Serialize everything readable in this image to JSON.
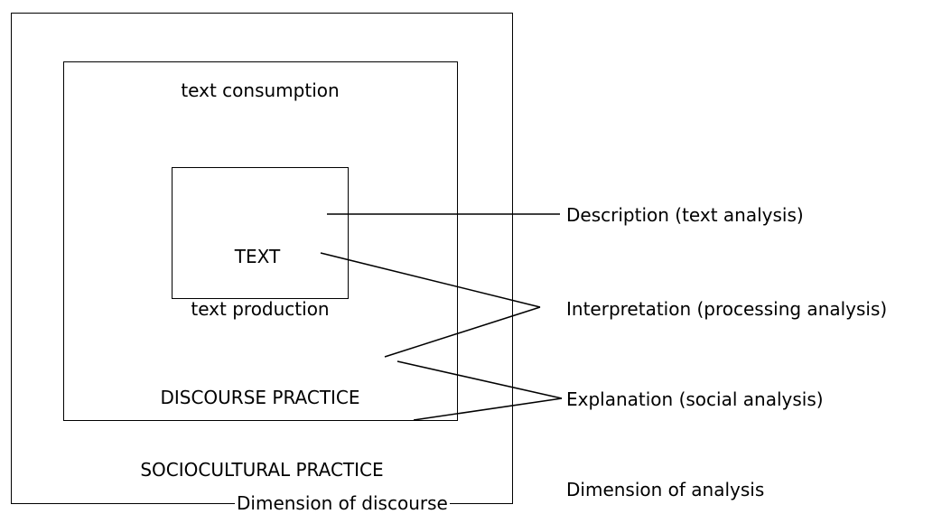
{
  "diagram": {
    "outer_label": "SOCIOCULTURAL PRACTICE",
    "middle_top_label": "text consumption",
    "middle_bottom_label": "text production",
    "middle_label": "DISCOURSE PRACTICE",
    "inner_label": "TEXT",
    "left_caption": "Dimension of discourse"
  },
  "analysis": {
    "description": "Description (text analysis)",
    "interpretation": "Interpretation (processing analysis)",
    "explanation": "Explanation (social analysis)",
    "caption": "Dimension of analysis"
  }
}
